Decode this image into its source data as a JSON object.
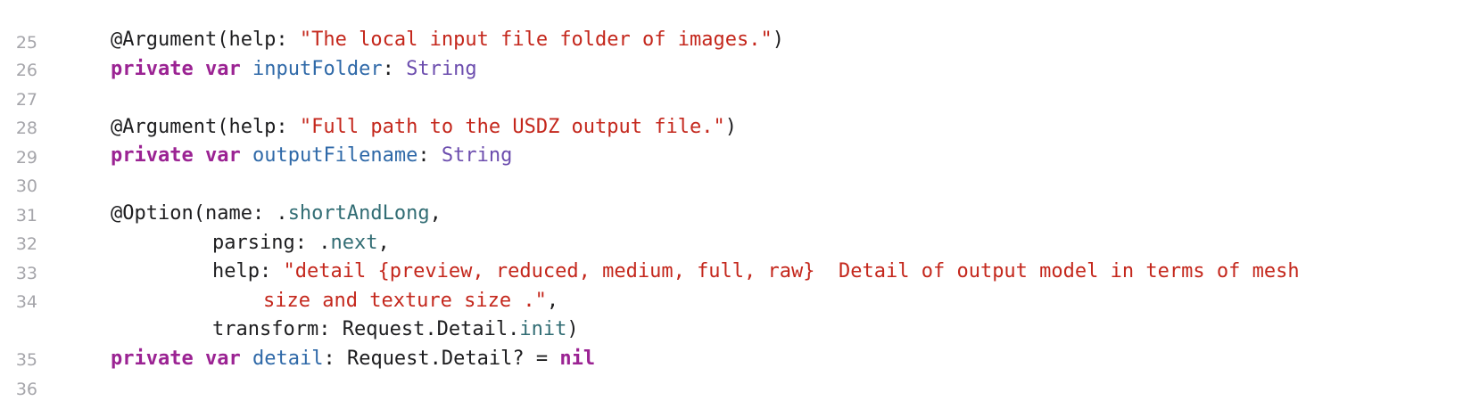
{
  "colors": {
    "background": "#ffffff",
    "line_number": "#a5a5aa",
    "plain_text": "#1d1d1f",
    "string": "#c4271c",
    "keyword": "#9b2393",
    "declaration": "#2f69a8",
    "type": "#6c4dae",
    "member": "#326d74"
  },
  "line_numbers": {
    "l25": "25",
    "l26": "26",
    "l27": "27",
    "l28": "28",
    "l29": "29",
    "l30": "30",
    "l31": "31",
    "l32": "32",
    "l33": "33",
    "l34": "34",
    "l35": "35",
    "l36": "36"
  },
  "code": {
    "l26": {
      "attr": "@Argument(help: ",
      "str": "\"The local input file folder of images.\"",
      "close": ")"
    },
    "l27": {
      "kw1": "private",
      "kw2": "var",
      "name": "inputFolder",
      "colon": ": ",
      "type": "String"
    },
    "l29": {
      "attr": "@Argument(help: ",
      "str": "\"Full path to the USDZ output file.\"",
      "close": ")"
    },
    "l30": {
      "kw1": "private",
      "kw2": "var",
      "name": "outputFilename",
      "colon": ": ",
      "type": "String"
    },
    "l32": {
      "attr": "@Option(name: .",
      "member": "shortAndLong",
      "rest": ","
    },
    "l33": {
      "label": "parsing: .",
      "member": "next",
      "rest": ","
    },
    "l34": {
      "label": "help: ",
      "str": "\"detail {preview, reduced, medium, full, raw}  Detail of output model in terms of mesh"
    },
    "l34_wrap": {
      "str": "size and texture size .\"",
      "rest": ","
    },
    "l35": {
      "label": "transform: ",
      "type1": "Request",
      "dot1": ".",
      "type2": "Detail",
      "dot2": ".",
      "member": "init",
      "rest": ")"
    },
    "l36": {
      "kw1": "private",
      "kw2": "var",
      "name": "detail",
      "colon": ": ",
      "type1": "Request",
      "dot": ".",
      "type2": "Detail",
      "rest": "? = ",
      "kw3": "nil"
    }
  }
}
